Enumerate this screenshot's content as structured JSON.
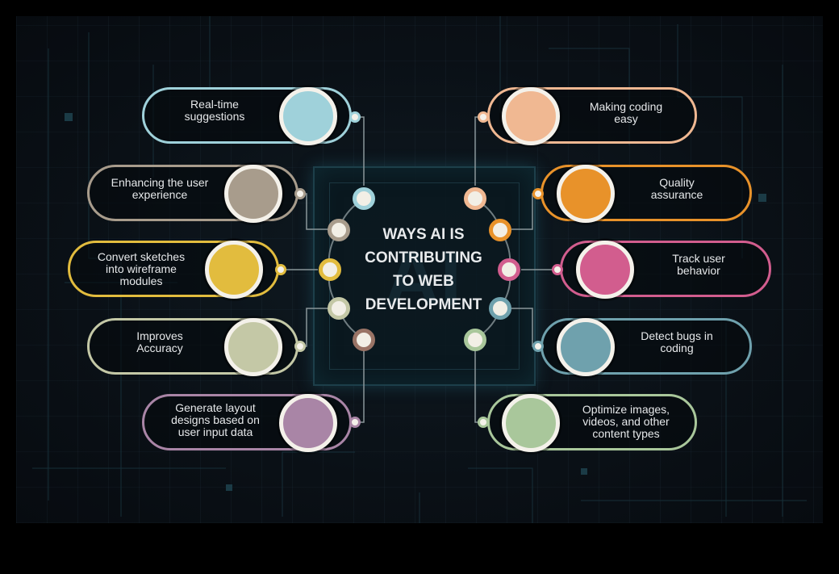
{
  "title": {
    "line1": "WAYS AI IS",
    "line2": "CONTRIBUTING",
    "line3": "TO WEB",
    "line4": "DEVELOPMENT"
  },
  "watermark": "AI",
  "colors": {
    "sky": "#9fd1da",
    "peach": "#f0b892",
    "taupe": "#a89c8c",
    "orange": "#e8922a",
    "mustard": "#e2bc3e",
    "pink": "#d25d8e",
    "sage": "#c4c8a6",
    "teal": "#6fa1ad",
    "mauve": "#a985a6",
    "mint": "#a9c79b",
    "brown": "#9a7466",
    "line": "#7a8a8e"
  },
  "left_items": [
    {
      "lines": [
        "Real-time",
        "suggestions"
      ],
      "color": "sky",
      "icon": "circle-node"
    },
    {
      "lines": [
        "Enhancing the user",
        "experience"
      ],
      "color": "taupe",
      "icon": "circle-node"
    },
    {
      "lines": [
        "Convert sketches",
        "into wireframe",
        "modules"
      ],
      "color": "mustard",
      "icon": "circle-node"
    },
    {
      "lines": [
        "Improves",
        "Accuracy"
      ],
      "color": "sage",
      "icon": "circle-node"
    },
    {
      "lines": [
        "Generate layout",
        "designs based on",
        "user input data"
      ],
      "color": "mauve",
      "icon": "circle-node"
    }
  ],
  "right_items": [
    {
      "lines": [
        "Making coding",
        "easy"
      ],
      "color": "peach",
      "icon": "circle-node"
    },
    {
      "lines": [
        "Quality",
        "assurance"
      ],
      "color": "orange",
      "icon": "circle-node"
    },
    {
      "lines": [
        "Track user",
        "behavior"
      ],
      "color": "pink",
      "icon": "circle-node"
    },
    {
      "lines": [
        "Detect bugs in",
        "coding"
      ],
      "color": "teal",
      "icon": "circle-node"
    },
    {
      "lines": [
        "Optimize images,",
        "videos, and other",
        "content types"
      ],
      "color": "mint",
      "icon": "circle-node"
    }
  ]
}
